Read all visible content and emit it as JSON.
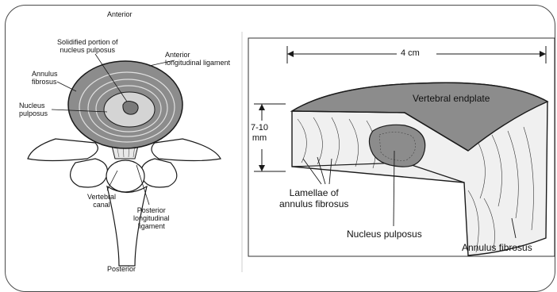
{
  "left_figure": {
    "anterior": "Anterior",
    "posterior": "Posterior",
    "solidified": "Solidified portion of\nnucleus pulposus",
    "anterior_ligament": "Anterior\nlongitudinal ligament",
    "annulus": "Annulus\nfibrosus",
    "nucleus": "Nucleus\npulposus",
    "vertebral_canal": "Vertebral\ncanal",
    "posterior_ligament": "Posterior\nlongitudinal\nligament"
  },
  "right_figure": {
    "width_label": "4 cm",
    "height_label": "7-10\nmm",
    "endplate": "Vertebral endplate",
    "lamellae": "Lamellae of\nannulus fibrosus",
    "nucleus": "Nucleus pulposus",
    "annulus": "Annulus fibrosus"
  },
  "colors": {
    "disc_gray": "#8c8c8c",
    "light_gray": "#d4d4d4",
    "outline": "#1a1a1a"
  }
}
